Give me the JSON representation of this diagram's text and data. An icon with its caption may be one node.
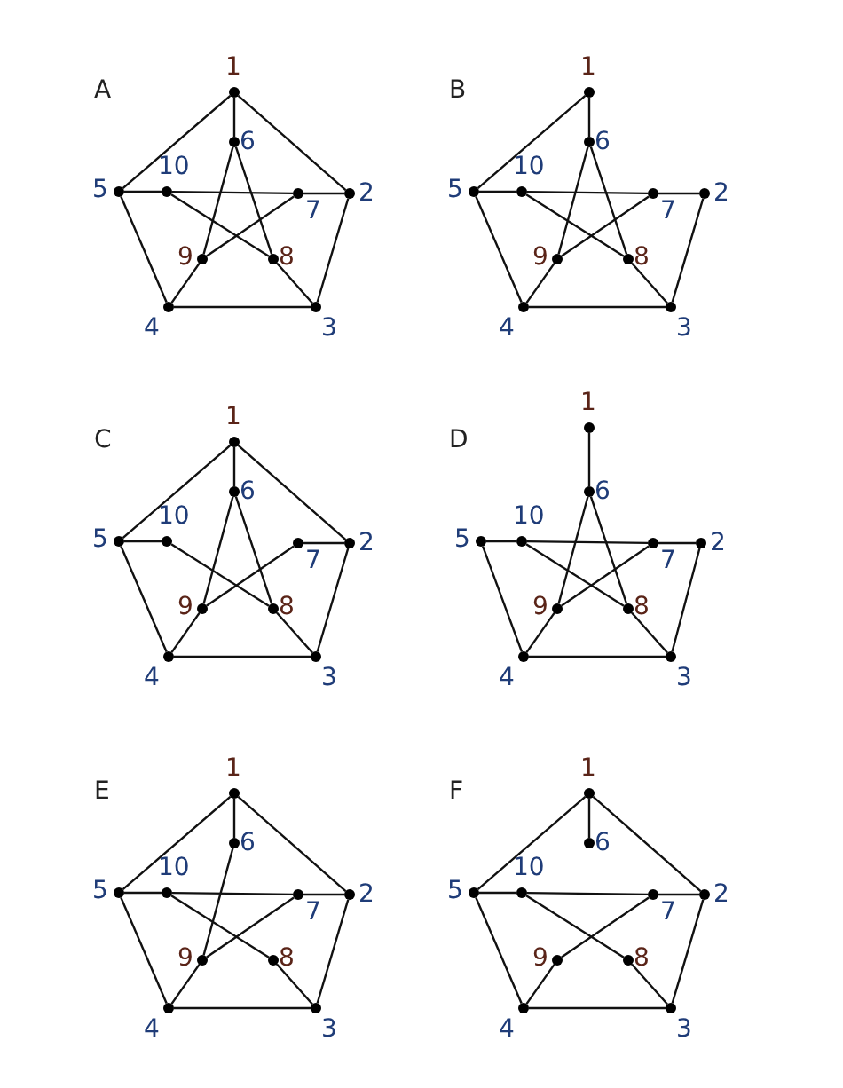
{
  "diagram": {
    "nodes": [
      {
        "text": [
          "1"
        ]
      },
      {
        "text": [
          "2"
        ]
      },
      {
        "text": [
          "3"
        ]
      },
      {
        "text": [
          "4"
        ]
      },
      {
        "text": [
          "5"
        ]
      },
      {
        "text": [
          "6"
        ]
      },
      {
        "text": [
          "7"
        ]
      },
      {
        "text": [
          "8"
        ]
      },
      {
        "text": [
          "9"
        ]
      },
      {
        "text": [
          "10"
        ]
      },
      {
        "text": [
          "1"
        ]
      },
      {
        "text": [
          "2"
        ]
      },
      {
        "text": [
          "3"
        ]
      },
      {
        "text": [
          "4"
        ]
      },
      {
        "text": [
          "5"
        ]
      },
      {
        "text": [
          "6"
        ]
      },
      {
        "text": [
          "7"
        ]
      },
      {
        "text": [
          "8"
        ]
      },
      {
        "text": [
          "9"
        ]
      },
      {
        "text": [
          "10"
        ]
      },
      {
        "text": [
          "1"
        ]
      },
      {
        "text": [
          "2"
        ]
      },
      {
        "text": [
          "3"
        ]
      },
      {
        "text": [
          "4"
        ]
      },
      {
        "text": [
          "5"
        ]
      },
      {
        "text": [
          "6"
        ]
      },
      {
        "text": [
          "7"
        ]
      },
      {
        "text": [
          "8"
        ]
      },
      {
        "text": [
          "9"
        ]
      },
      {
        "text": [
          "10"
        ]
      },
      {
        "text": [
          "1"
        ]
      },
      {
        "text": [
          "2"
        ]
      },
      {
        "text": [
          "3"
        ]
      },
      {
        "text": [
          "4"
        ]
      },
      {
        "text": [
          "5"
        ]
      },
      {
        "text": [
          "6"
        ]
      },
      {
        "text": [
          "7"
        ]
      },
      {
        "text": [
          "8"
        ]
      },
      {
        "text": [
          "9"
        ]
      },
      {
        "text": [
          "10"
        ]
      },
      {
        "text": [
          "1"
        ]
      },
      {
        "text": [
          "2"
        ]
      },
      {
        "text": [
          "3"
        ]
      },
      {
        "text": [
          "4"
        ]
      },
      {
        "text": [
          "5"
        ]
      },
      {
        "text": [
          "6"
        ]
      },
      {
        "text": [
          "7"
        ]
      },
      {
        "text": [
          "8"
        ]
      },
      {
        "text": [
          "9"
        ]
      },
      {
        "text": [
          "10"
        ]
      },
      {
        "text": [
          "1"
        ]
      },
      {
        "text": [
          "2"
        ]
      },
      {
        "text": [
          "3"
        ]
      },
      {
        "text": [
          "4"
        ]
      },
      {
        "text": [
          "5"
        ]
      },
      {
        "text": [
          "6"
        ]
      },
      {
        "text": [
          "7"
        ]
      },
      {
        "text": [
          "8"
        ]
      },
      {
        "text": [
          "9"
        ]
      },
      {
        "text": [
          "10"
        ]
      }
    ],
    "edges": [
      {
        "from": 0,
        "to": 1,
        "arrow": "none"
      },
      {
        "from": 1,
        "to": 2,
        "arrow": "none"
      },
      {
        "from": 2,
        "to": 3,
        "arrow": "none"
      },
      {
        "from": 3,
        "to": 4,
        "arrow": "none"
      },
      {
        "from": 4,
        "to": 0,
        "arrow": "none"
      },
      {
        "from": 0,
        "to": 5,
        "arrow": "none"
      },
      {
        "from": 1,
        "to": 6,
        "arrow": "none"
      },
      {
        "from": 2,
        "to": 7,
        "arrow": "none"
      },
      {
        "from": 3,
        "to": 8,
        "arrow": "none"
      },
      {
        "from": 4,
        "to": 9,
        "arrow": "none"
      },
      {
        "from": 5,
        "to": 7,
        "arrow": "none"
      },
      {
        "from": 5,
        "to": 8,
        "arrow": "none"
      },
      {
        "from": 6,
        "to": 8,
        "arrow": "none"
      },
      {
        "from": 6,
        "to": 9,
        "arrow": "none"
      },
      {
        "from": 7,
        "to": 9,
        "arrow": "none"
      },
      {
        "from": 11,
        "to": 12,
        "arrow": "none"
      },
      {
        "from": 12,
        "to": 13,
        "arrow": "none"
      },
      {
        "from": 13,
        "to": 14,
        "arrow": "none"
      },
      {
        "from": 14,
        "to": 10,
        "arrow": "none"
      },
      {
        "from": 10,
        "to": 15,
        "arrow": "none"
      },
      {
        "from": 11,
        "to": 16,
        "arrow": "none"
      },
      {
        "from": 12,
        "to": 17,
        "arrow": "none"
      },
      {
        "from": 13,
        "to": 18,
        "arrow": "none"
      },
      {
        "from": 14,
        "to": 19,
        "arrow": "none"
      },
      {
        "from": 15,
        "to": 17,
        "arrow": "none"
      },
      {
        "from": 15,
        "to": 18,
        "arrow": "none"
      },
      {
        "from": 16,
        "to": 18,
        "arrow": "none"
      },
      {
        "from": 16,
        "to": 19,
        "arrow": "none"
      },
      {
        "from": 17,
        "to": 19,
        "arrow": "none"
      },
      {
        "from": 20,
        "to": 21,
        "arrow": "none"
      },
      {
        "from": 21,
        "to": 22,
        "arrow": "none"
      },
      {
        "from": 22,
        "to": 23,
        "arrow": "none"
      },
      {
        "from": 23,
        "to": 24,
        "arrow": "none"
      },
      {
        "from": 24,
        "to": 20,
        "arrow": "none"
      },
      {
        "from": 20,
        "to": 25,
        "arrow": "none"
      },
      {
        "from": 21,
        "to": 26,
        "arrow": "none"
      },
      {
        "from": 22,
        "to": 27,
        "arrow": "none"
      },
      {
        "from": 23,
        "to": 28,
        "arrow": "none"
      },
      {
        "from": 24,
        "to": 29,
        "arrow": "none"
      },
      {
        "from": 25,
        "to": 27,
        "arrow": "none"
      },
      {
        "from": 25,
        "to": 28,
        "arrow": "none"
      },
      {
        "from": 26,
        "to": 28,
        "arrow": "none"
      },
      {
        "from": 27,
        "to": 29,
        "arrow": "none"
      },
      {
        "from": 31,
        "to": 32,
        "arrow": "none"
      },
      {
        "from": 32,
        "to": 33,
        "arrow": "none"
      },
      {
        "from": 33,
        "to": 34,
        "arrow": "none"
      },
      {
        "from": 30,
        "to": 35,
        "arrow": "none"
      },
      {
        "from": 31,
        "to": 36,
        "arrow": "none"
      },
      {
        "from": 32,
        "to": 37,
        "arrow": "none"
      },
      {
        "from": 33,
        "to": 38,
        "arrow": "none"
      },
      {
        "from": 34,
        "to": 39,
        "arrow": "none"
      },
      {
        "from": 35,
        "to": 37,
        "arrow": "none"
      },
      {
        "from": 35,
        "to": 38,
        "arrow": "none"
      },
      {
        "from": 36,
        "to": 38,
        "arrow": "none"
      },
      {
        "from": 36,
        "to": 39,
        "arrow": "none"
      },
      {
        "from": 37,
        "to": 39,
        "arrow": "none"
      },
      {
        "from": 40,
        "to": 41,
        "arrow": "none"
      },
      {
        "from": 41,
        "to": 42,
        "arrow": "none"
      },
      {
        "from": 42,
        "to": 43,
        "arrow": "none"
      },
      {
        "from": 43,
        "to": 44,
        "arrow": "none"
      },
      {
        "from": 44,
        "to": 40,
        "arrow": "none"
      },
      {
        "from": 40,
        "to": 45,
        "arrow": "none"
      },
      {
        "from": 41,
        "to": 46,
        "arrow": "none"
      },
      {
        "from": 42,
        "to": 47,
        "arrow": "none"
      },
      {
        "from": 43,
        "to": 48,
        "arrow": "none"
      },
      {
        "from": 44,
        "to": 49,
        "arrow": "none"
      },
      {
        "from": 45,
        "to": 48,
        "arrow": "none"
      },
      {
        "from": 46,
        "to": 48,
        "arrow": "none"
      },
      {
        "from": 46,
        "to": 49,
        "arrow": "none"
      },
      {
        "from": 47,
        "to": 49,
        "arrow": "none"
      },
      {
        "from": 50,
        "to": 51,
        "arrow": "none"
      },
      {
        "from": 51,
        "to": 52,
        "arrow": "none"
      },
      {
        "from": 52,
        "to": 53,
        "arrow": "none"
      },
      {
        "from": 53,
        "to": 54,
        "arrow": "none"
      },
      {
        "from": 54,
        "to": 50,
        "arrow": "none"
      },
      {
        "from": 50,
        "to": 55,
        "arrow": "none"
      },
      {
        "from": 51,
        "to": 56,
        "arrow": "none"
      },
      {
        "from": 52,
        "to": 57,
        "arrow": "none"
      },
      {
        "from": 53,
        "to": 58,
        "arrow": "none"
      },
      {
        "from": 54,
        "to": 59,
        "arrow": "none"
      },
      {
        "from": 56,
        "to": 58,
        "arrow": "none"
      },
      {
        "from": 56,
        "to": 59,
        "arrow": "none"
      },
      {
        "from": 57,
        "to": 59,
        "arrow": "none"
      }
    ],
    "labels": [
      "A",
      "B",
      "C",
      "D",
      "E",
      "F"
    ]
  }
}
